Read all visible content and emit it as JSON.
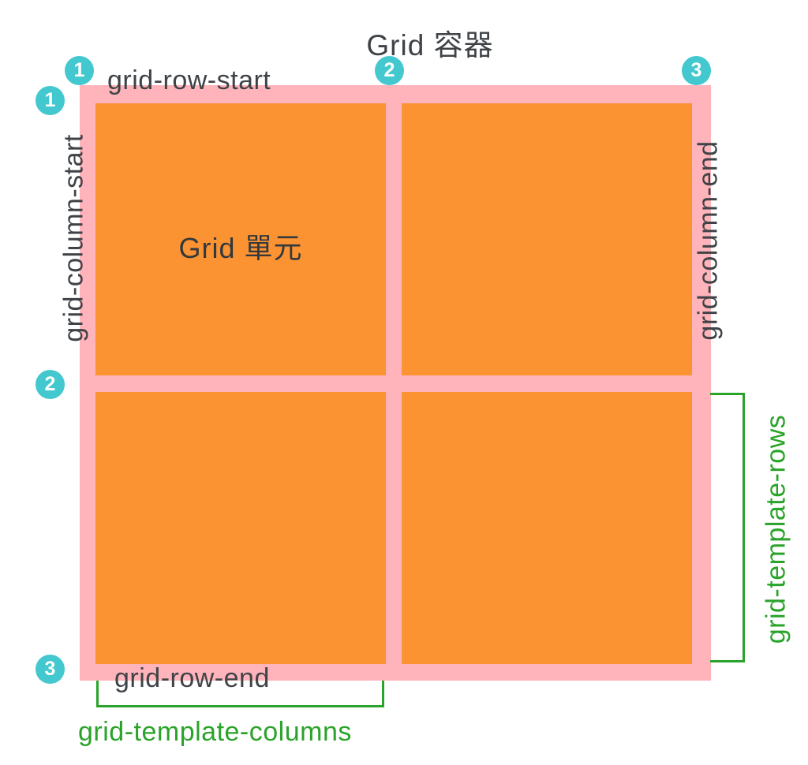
{
  "title": "Grid 容器",
  "container": {
    "cell_label": "Grid 單元",
    "cells": 4,
    "rows": 2,
    "columns": 2
  },
  "labels": {
    "grid_row_start": "grid-row-start",
    "grid_row_end": "grid-row-end",
    "grid_column_start": "grid-column-start",
    "grid_column_end": "grid-column-end",
    "grid_template_columns": "grid-template-columns",
    "grid_template_rows": "grid-template-rows"
  },
  "line_numbers": {
    "column_lines": [
      "1",
      "2",
      "3"
    ],
    "row_lines": [
      "1",
      "2",
      "3"
    ]
  },
  "colors": {
    "pink": "#ffb3ba",
    "orange": "#fb9333",
    "teal": "#42c8ce",
    "green": "#2aa32a",
    "ink": "#3f4347"
  }
}
